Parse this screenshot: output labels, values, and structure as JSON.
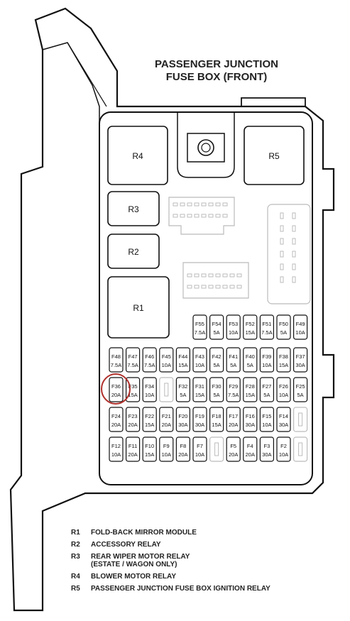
{
  "title": {
    "line1": "PASSENGER JUNCTION",
    "line2": "FUSE BOX (FRONT)"
  },
  "relays": [
    {
      "id": "R4"
    },
    {
      "id": "R5"
    },
    {
      "id": "R3"
    },
    {
      "id": "R2"
    },
    {
      "id": "R1"
    }
  ],
  "fuse_rows": [
    [
      {
        "id": "F55",
        "amp": "7.5A"
      },
      {
        "id": "F54",
        "amp": "5A"
      },
      {
        "id": "F53",
        "amp": "10A"
      },
      {
        "id": "F52",
        "amp": "15A"
      },
      {
        "id": "F51",
        "amp": "7.5A"
      },
      {
        "id": "F50",
        "amp": "5A"
      },
      {
        "id": "F49",
        "amp": "10A"
      }
    ],
    [
      {
        "id": "F48",
        "amp": "7.5A"
      },
      {
        "id": "F47",
        "amp": "7.5A"
      },
      {
        "id": "F46",
        "amp": "7.5A"
      },
      {
        "id": "F45",
        "amp": "10A"
      },
      {
        "id": "F44",
        "amp": "15A"
      },
      {
        "id": "F43",
        "amp": "10A"
      },
      {
        "id": "F42",
        "amp": "5A"
      },
      {
        "id": "F41",
        "amp": "5A"
      },
      {
        "id": "F40",
        "amp": "5A"
      },
      {
        "id": "F39",
        "amp": "10A"
      },
      {
        "id": "F38",
        "amp": "15A"
      },
      {
        "id": "F37",
        "amp": "30A"
      }
    ],
    [
      {
        "id": "F36",
        "amp": "20A"
      },
      {
        "id": "F35",
        "amp": "15A"
      },
      {
        "id": "F34",
        "amp": "10A"
      },
      {
        "id": "",
        "amp": ""
      },
      {
        "id": "F32",
        "amp": "5A"
      },
      {
        "id": "F31",
        "amp": "15A"
      },
      {
        "id": "F30",
        "amp": "5A"
      },
      {
        "id": "F29",
        "amp": "7.5A"
      },
      {
        "id": "F28",
        "amp": "15A"
      },
      {
        "id": "F27",
        "amp": "5A"
      },
      {
        "id": "F26",
        "amp": "10A"
      },
      {
        "id": "F25",
        "amp": "5A"
      }
    ],
    [
      {
        "id": "F24",
        "amp": "20A"
      },
      {
        "id": "F23",
        "amp": "20A"
      },
      {
        "id": "F22",
        "amp": "15A"
      },
      {
        "id": "F21",
        "amp": "20A"
      },
      {
        "id": "F20",
        "amp": "30A"
      },
      {
        "id": "F19",
        "amp": "30A"
      },
      {
        "id": "F18",
        "amp": "15A"
      },
      {
        "id": "F17",
        "amp": "20A"
      },
      {
        "id": "F16",
        "amp": "30A"
      },
      {
        "id": "F15",
        "amp": "10A"
      },
      {
        "id": "F14",
        "amp": "30A"
      },
      {
        "id": "",
        "amp": ""
      }
    ],
    [
      {
        "id": "F12",
        "amp": "10A"
      },
      {
        "id": "F11",
        "amp": "20A"
      },
      {
        "id": "F10",
        "amp": "15A"
      },
      {
        "id": "F9",
        "amp": "10A"
      },
      {
        "id": "F8",
        "amp": "20A"
      },
      {
        "id": "F7",
        "amp": "10A"
      },
      {
        "id": "",
        "amp": ""
      },
      {
        "id": "F5",
        "amp": "20A"
      },
      {
        "id": "F4",
        "amp": "20A"
      },
      {
        "id": "F3",
        "amp": "30A"
      },
      {
        "id": "F2",
        "amp": "10A"
      },
      {
        "id": "",
        "amp": ""
      }
    ]
  ],
  "highlight": {
    "fuse": "F36",
    "color": "#b0302b"
  },
  "legend": [
    {
      "key": "R1",
      "text": "FOLD-BACK MIRROR MODULE",
      "sub": ""
    },
    {
      "key": "R2",
      "text": "ACCESSORY RELAY",
      "sub": ""
    },
    {
      "key": "R3",
      "text": "REAR WIPER MOTOR RELAY",
      "sub": "(ESTATE / WAGON ONLY)"
    },
    {
      "key": "R4",
      "text": "BLOWER MOTOR RELAY",
      "sub": ""
    },
    {
      "key": "R5",
      "text": "PASSENGER JUNCTION FUSE BOX IGNITION RELAY",
      "sub": ""
    }
  ]
}
